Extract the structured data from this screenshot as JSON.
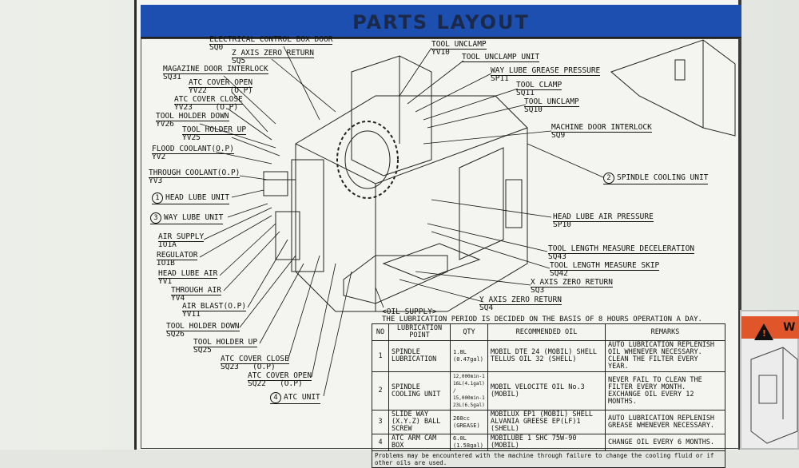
{
  "title": "PARTS LAYOUT",
  "labels_left": [
    {
      "name": "electrical-control-box-door",
      "text": "ELECTRICAL CONTROL BOX DOOR",
      "code": "SQ0"
    },
    {
      "name": "z-axis-zero-return",
      "text": "Z AXIS ZERO RETURN",
      "code": "SQ5"
    },
    {
      "name": "magazine-door-interlock",
      "text": "MAGAZINE DOOR INTERLOCK",
      "code": "SQ31"
    },
    {
      "name": "atc-cover-open-top",
      "text": "ATC COVER OPEN",
      "code": "YV22",
      "extra": "(O.P)"
    },
    {
      "name": "atc-cover-close-top",
      "text": "ATC COVER CLOSE",
      "code": "YV23",
      "extra": "(O.P)"
    },
    {
      "name": "tool-holder-down-top",
      "text": "TOOL HOLDER DOWN",
      "code": "YV26"
    },
    {
      "name": "tool-holder-up-top",
      "text": "TOOL HOLDER UP",
      "code": "YV25"
    },
    {
      "name": "flood-coolant",
      "text": "FLOOD COOLANT(O.P)",
      "code": "YV2"
    },
    {
      "name": "through-coolant",
      "text": "THROUGH COOLANT(O.P)",
      "code": "YV3"
    },
    {
      "name": "head-lube-unit",
      "text": "HEAD LUBE UNIT",
      "num": "1"
    },
    {
      "name": "way-lube-unit",
      "text": "WAY LUBE UNIT",
      "num": "3"
    },
    {
      "name": "air-supply",
      "text": "AIR SUPPLY",
      "code": "IO1A"
    },
    {
      "name": "regulator",
      "text": "REGULATOR",
      "code": "IO1B"
    },
    {
      "name": "head-lube-air",
      "text": "HEAD LUBE AIR",
      "code": "YV1"
    },
    {
      "name": "through-air",
      "text": "THROUGH AIR",
      "code": "YV4"
    },
    {
      "name": "air-blast",
      "text": "AIR BLAST(O.P)",
      "code": "YV11"
    },
    {
      "name": "tool-holder-down-bottom",
      "text": "TOOL HOLDER DOWN",
      "code": "SQ26"
    },
    {
      "name": "tool-holder-up-bottom",
      "text": "TOOL HOLDER UP",
      "code": "SQ25"
    },
    {
      "name": "atc-cover-close-bottom",
      "text": "ATC COVER CLOSE",
      "code": "SQ23",
      "extra": "(O.P)"
    },
    {
      "name": "atc-cover-open-bottom",
      "text": "ATC COVER OPEN",
      "code": "SQ22",
      "extra": "(O.P)"
    },
    {
      "name": "atc-unit",
      "text": "ATC UNIT",
      "num": "4"
    }
  ],
  "labels_right": [
    {
      "name": "tool-unclamp",
      "text": "TOOL UNCLAMP",
      "code": "YV10"
    },
    {
      "name": "tool-unclamp-unit",
      "text": "TOOL UNCLAMP UNIT"
    },
    {
      "name": "way-lube-grease-pressure",
      "text": "WAY LUBE GREASE PRESSURE",
      "code": "SP11"
    },
    {
      "name": "tool-clamp",
      "text": "TOOL CLAMP",
      "code": "SQ11"
    },
    {
      "name": "tool-unclamp-sq",
      "text": "TOOL UNCLAMP",
      "code": "SQ10"
    },
    {
      "name": "machine-door-interlock",
      "text": "MACHINE DOOR INTERLOCK",
      "code": "SQ9"
    },
    {
      "name": "spindle-cooling-unit",
      "text": "SPINDLE COOLING UNIT",
      "num": "2"
    },
    {
      "name": "head-lube-air-pressure",
      "text": "HEAD LUBE AIR PRESSURE",
      "code": "SP10"
    },
    {
      "name": "tool-length-measure-deceleration",
      "text": "TOOL LENGTH MEASURE DECELERATION",
      "code": "SQ43"
    },
    {
      "name": "tool-length-measure-skip",
      "text": "TOOL LENGTH MEASURE SKIP",
      "code": "SQ42"
    },
    {
      "name": "x-axis-zero-return",
      "text": "X AXIS ZERO RETURN",
      "code": "SQ3"
    },
    {
      "name": "y-axis-zero-return",
      "text": "Y AXIS ZERO RETURN",
      "code": "SQ4"
    }
  ],
  "oil_supply": "<OIL SUPPLY>",
  "lubrication_note": "THE LUBRICATION PERIOD IS DECIDED ON THE BASIS OF 8 HOURS OPERATION A DAY.",
  "table": {
    "headers": [
      "NO",
      "LUBRICATION POINT",
      "QTY",
      "RECOMMENDED OIL",
      "REMARKS"
    ],
    "rows": [
      {
        "no": "1",
        "point": "SPINDLE LUBRICATION",
        "qty": "1.8L (0.47gal)",
        "oil": "MOBIL DTE 24 (MOBIL) SHELL TELLUS OIL 32 (SHELL)",
        "remarks": "AUTO LUBRICATION REPLENISH OIL WHENEVER NECESSARY. CLEAN THE FILTER EVERY YEAR."
      },
      {
        "no": "2",
        "point": "SPINDLE COOLING UNIT",
        "qty": "12,000min-1 16L(4.1gal) / 15,000min-1 23L(6.5gal)",
        "oil": "MOBIL VELOCITE OIL No.3 (MOBIL)",
        "remarks": "NEVER FAIL TO CLEAN THE FILTER EVERY MONTH. EXCHANGE OIL EVERY 12 MONTHS."
      },
      {
        "no": "3",
        "point": "SLIDE WAY (X.Y.Z) BALL SCREW",
        "qty": "260cc (GREASE)",
        "oil": "MOBILUX EP1 (MOBIL) SHELL ALVANIA GREESE EP(LF)1 (SHELL)",
        "remarks": "AUTO LUBRICATION REPLENISH GREASE WHENEVER NECESSARY."
      },
      {
        "no": "4",
        "point": "ATC ARM CAM BOX",
        "qty": "6.0L (1.58gal)",
        "oil": "MOBILUBE 1 SHC 75W-90 (MOBIL)",
        "remarks": "CHANGE OIL EVERY 6 MONTHS."
      }
    ],
    "footer": "Problems may be encountered with the machine through failure to change the cooling fluid or if other oils are used."
  },
  "warning_label": "W"
}
